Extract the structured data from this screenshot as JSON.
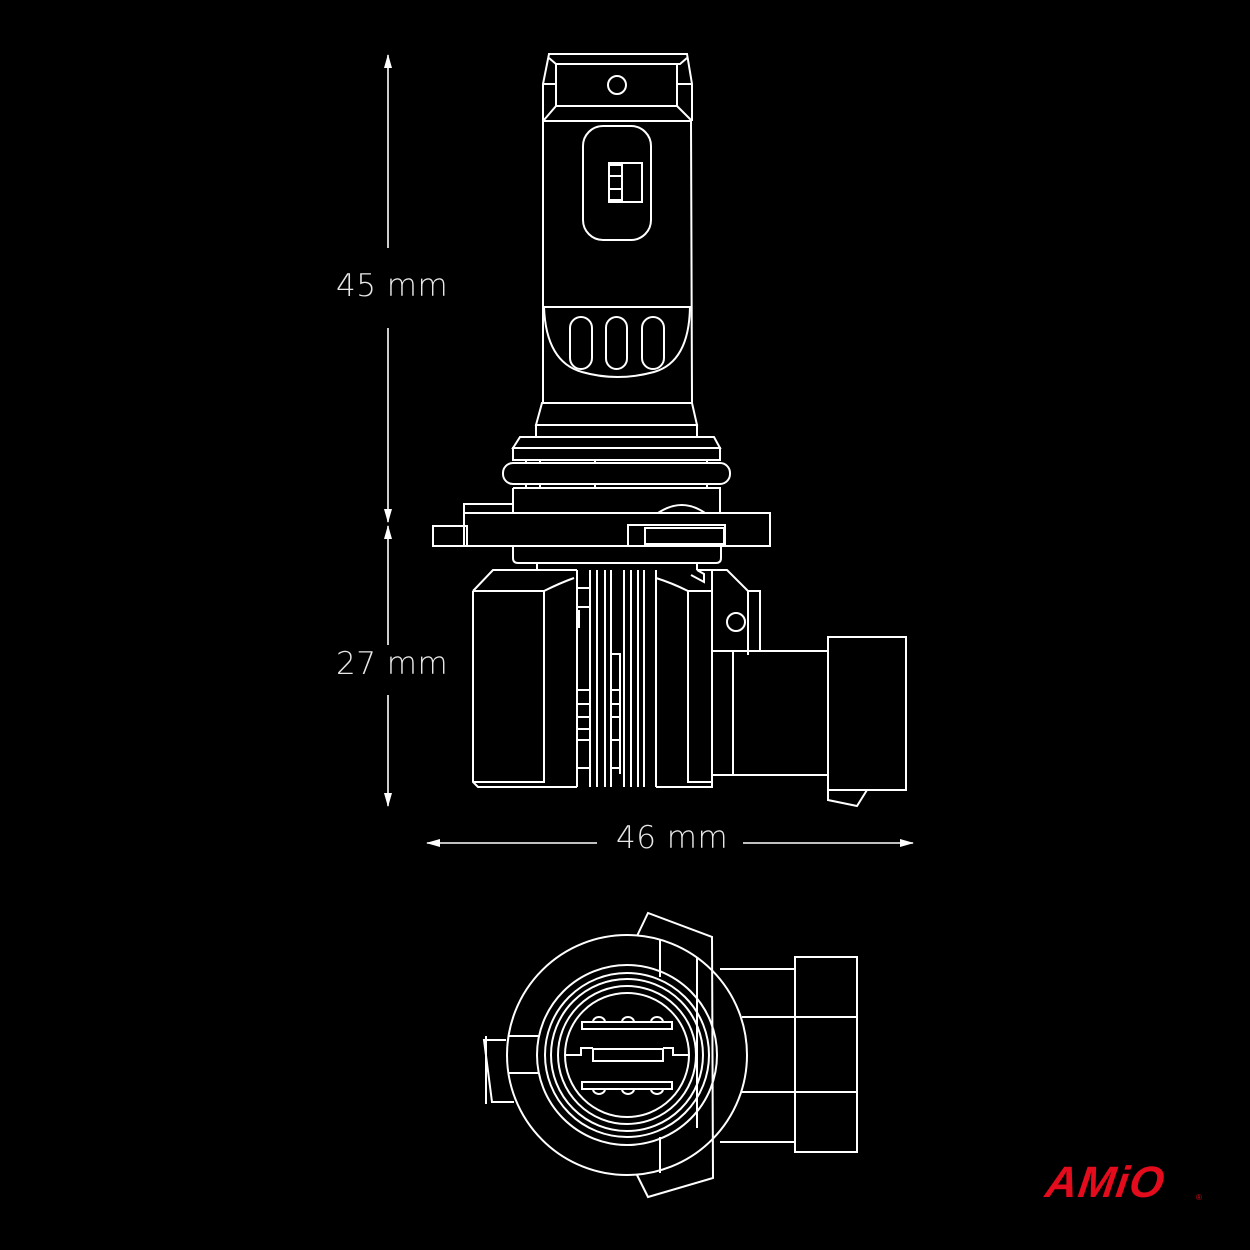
{
  "dimensions": {
    "height_upper": "45 mm",
    "height_lower": "27 mm",
    "width": "46 mm"
  },
  "logo": {
    "text": "AMiO",
    "registered": "®",
    "color": "#e30b1c"
  },
  "colors": {
    "background": "#000000",
    "line": "#ffffff"
  }
}
